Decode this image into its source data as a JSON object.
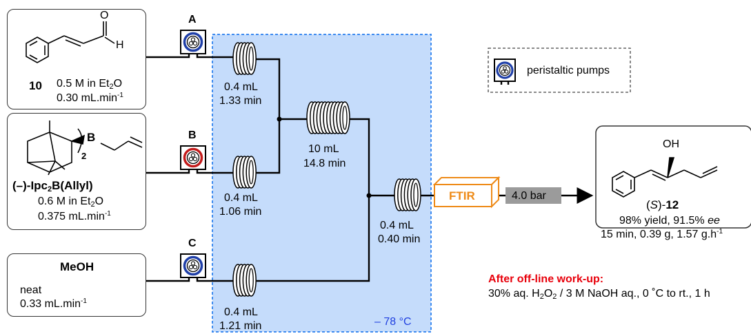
{
  "cooling_bath": {
    "temperature": "– 78 °C"
  },
  "legend": {
    "label": "peristaltic pumps"
  },
  "pumps": [
    {
      "label": "A",
      "color": "#1f3fa8"
    },
    {
      "label": "B",
      "color": "#c41c1c"
    },
    {
      "label": "C",
      "color": "#1f3fa8"
    }
  ],
  "reagents": {
    "r10": {
      "compound_number": "10",
      "conc_prefix": "0.5 M in Et",
      "conc_sub": "2",
      "conc_suffix": "O",
      "flow_prefix": "0.30 mL.min",
      "flow_sup": "-1"
    },
    "ipc": {
      "name_prefix": "(–)-Ipc",
      "name_sub": "2",
      "name_suffix": "B(Allyl)",
      "boron_label": "B",
      "subscript_two": "2",
      "conc_prefix": "0.6 M in Et",
      "conc_sub": "2",
      "conc_suffix": "O",
      "flow_prefix": "0.375 mL.min",
      "flow_sup": "-1"
    },
    "meoh": {
      "name": "MeOH",
      "conc": "neat",
      "flow_prefix": "0.33 mL.min",
      "flow_sup": "-1"
    }
  },
  "aldehyde_labels": {
    "oxygen": "O",
    "hydrogen": "H"
  },
  "coils": [
    {
      "volume": "0.4 mL",
      "time": "1.33 min"
    },
    {
      "volume": "0.4 mL",
      "time": "1.06 min"
    },
    {
      "volume": "0.4 mL",
      "time": "1.21 min"
    },
    {
      "volume": "10 mL",
      "time": "14.8 min"
    },
    {
      "volume": "0.4 mL",
      "time": "0.40 min"
    }
  ],
  "ftir": {
    "label": "FTIR"
  },
  "pressure": {
    "label": "4.0 bar"
  },
  "product": {
    "oh_label": "OH",
    "name_paren_open": "(",
    "name_italic": "S",
    "name_paren_close": ")-",
    "name_number": "12",
    "yield_prefix": "98% yield, 91.5% ",
    "yield_italic": "ee",
    "productivity_prefix": "15 min, 0.39 g, 1.57 g.h",
    "productivity_sup": "-1"
  },
  "workup": {
    "title": "After off-line work-up:",
    "p1": "30% aq. H",
    "p1_sub": "2",
    "p2": "O",
    "p2_sub": "2",
    "p3": " / 3 M NaOH aq., 0 ˚C to rt., 1 h",
    "title_color": "#e8000b"
  },
  "colors": {
    "bath_fill": "#c5dcfb",
    "bath_border": "#3d8bf0",
    "ftir": "#ee8a17",
    "pressure_bg": "#9b9b9b"
  }
}
